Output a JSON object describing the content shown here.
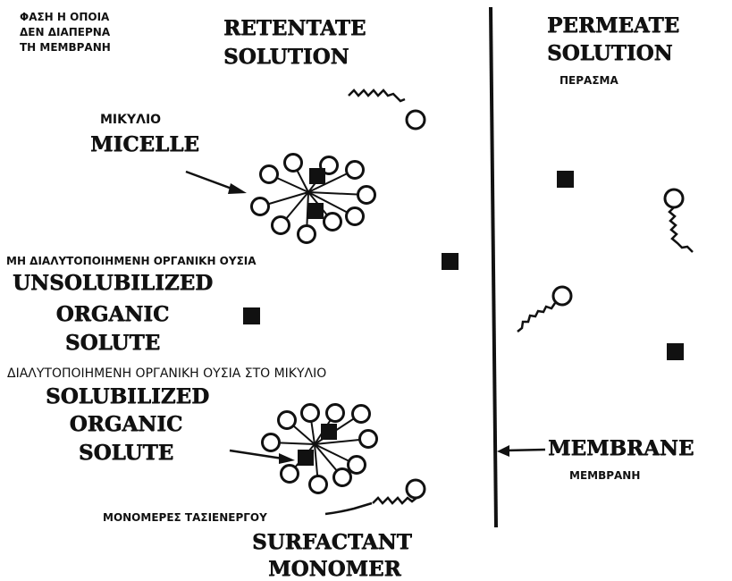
{
  "labels": {
    "non_permeating_phase": [
      "ΦΑΣΗ Η ΟΠΟΙΑ",
      "ΔΕΝ ΔΙΑΠΕΡΝΑ",
      "ΤΗ ΜΕΜΒΡΑΝΗ"
    ],
    "retentate": [
      "RETENTATE",
      "SOLUTION"
    ],
    "permeate": [
      "PERMEATE",
      "SOLUTION"
    ],
    "permeate_greek": "ΠΕΡΑΣΜΑ",
    "micelle_greek": "ΜΙΚΥΛΙΟ",
    "micelle": "MICELLE",
    "unsolubilized_greek": "ΜΗ ΔΙΑΛΥΤΟΠΟΙΗΜΕΝΗ ΟΡΓΑΝΙΚΗ ΟΥΣΙΑ",
    "unsolubilized": [
      "UNSOLUBILIZED",
      "ORGANIC",
      "SOLUTE"
    ],
    "solubilized_greek": "ΔΙΑΛΥΤΟΠΟΙΗΜΕΝΗ ΟΡΓΑΝΙΚΗ ΟΥΣΙΑ ΣΤΟ ΜΙΚΥΛΙΟ",
    "solubilized": [
      "SOLUBILIZED",
      "ORGANIC",
      "SOLUTE"
    ],
    "membrane": "MEMBRANE",
    "membrane_greek": "ΜΕΜΒΡΑΝΗ",
    "monomer_greek": "ΜΟΝΟΜΕΡΕΣ ΤΑΣΙΕΝΕΡΓΟΥ",
    "monomer": [
      "SURFACTANT",
      "MONOMER"
    ]
  },
  "icons": {
    "micelle": "micelle-icon",
    "surfactant_monomer": "surfactant-monomer-icon",
    "organic_solute": "organic-solute-square-icon",
    "arrow": "pointer-arrow-icon"
  },
  "colors": {
    "ink": "#111111",
    "background": "#ffffff"
  }
}
